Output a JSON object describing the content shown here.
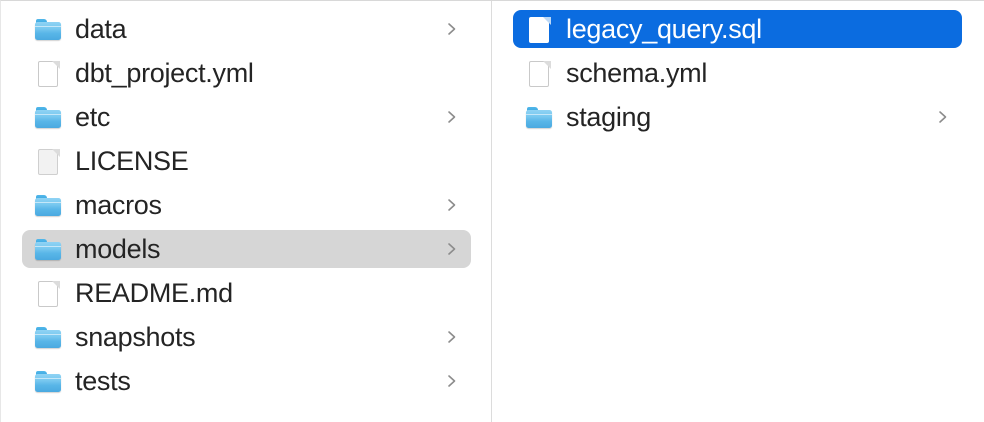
{
  "window": {
    "view_mode": "column",
    "title": "Finder Column View",
    "background_color": "#ffffff",
    "divider_color": "#dcdcdc",
    "selection_active_color": "#0b6ce0",
    "selection_inactive_color": "#d6d6d6",
    "text_color": "#242424",
    "selected_text_color": "#ffffff",
    "chevron_color": "#8c8c8c"
  },
  "columns": [
    {
      "name": "column-one",
      "items": [
        {
          "label": "data",
          "kind": "folder",
          "icon": "folder-icon",
          "has_chevron": true,
          "selected": "none"
        },
        {
          "label": "dbt_project.yml",
          "kind": "file",
          "icon": "document-icon",
          "has_chevron": false,
          "selected": "none"
        },
        {
          "label": "etc",
          "kind": "folder",
          "icon": "folder-icon",
          "has_chevron": true,
          "selected": "none"
        },
        {
          "label": "LICENSE",
          "kind": "file",
          "icon": "document-gray-icon",
          "has_chevron": false,
          "selected": "none"
        },
        {
          "label": "macros",
          "kind": "folder",
          "icon": "folder-icon",
          "has_chevron": true,
          "selected": "none"
        },
        {
          "label": "models",
          "kind": "folder",
          "icon": "folder-icon",
          "has_chevron": true,
          "selected": "inactive"
        },
        {
          "label": "README.md",
          "kind": "file",
          "icon": "document-icon",
          "has_chevron": false,
          "selected": "none"
        },
        {
          "label": "snapshots",
          "kind": "folder",
          "icon": "folder-icon",
          "has_chevron": true,
          "selected": "none"
        },
        {
          "label": "tests",
          "kind": "folder",
          "icon": "folder-icon",
          "has_chevron": true,
          "selected": "none"
        }
      ]
    },
    {
      "name": "column-two",
      "items": [
        {
          "label": "legacy_query.sql",
          "kind": "file",
          "icon": "document-white-icon",
          "has_chevron": false,
          "selected": "active"
        },
        {
          "label": "schema.yml",
          "kind": "file",
          "icon": "document-icon",
          "has_chevron": false,
          "selected": "none"
        },
        {
          "label": "staging",
          "kind": "folder",
          "icon": "folder-icon",
          "has_chevron": true,
          "selected": "none"
        }
      ]
    }
  ]
}
